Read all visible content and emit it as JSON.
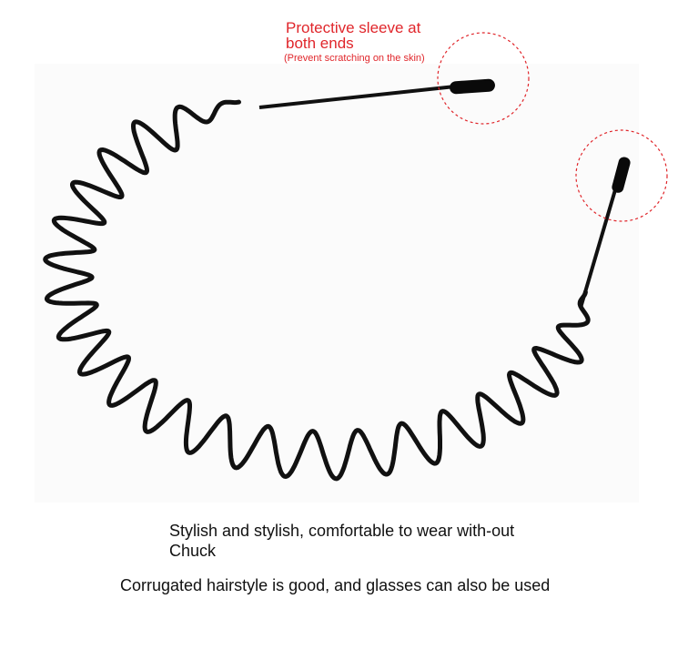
{
  "callout": {
    "title": "Protective sleeve at both ends",
    "note": "(Prevent scratching on the skin)"
  },
  "captions": [
    "Stylish and stylish, comfortable to wear with-out Chuck",
    "Corrugated hairstyle is good, and glasses can also be used"
  ],
  "colors": {
    "callout": "#e0262b",
    "wire": "#111111",
    "circle": "#e0262b"
  }
}
